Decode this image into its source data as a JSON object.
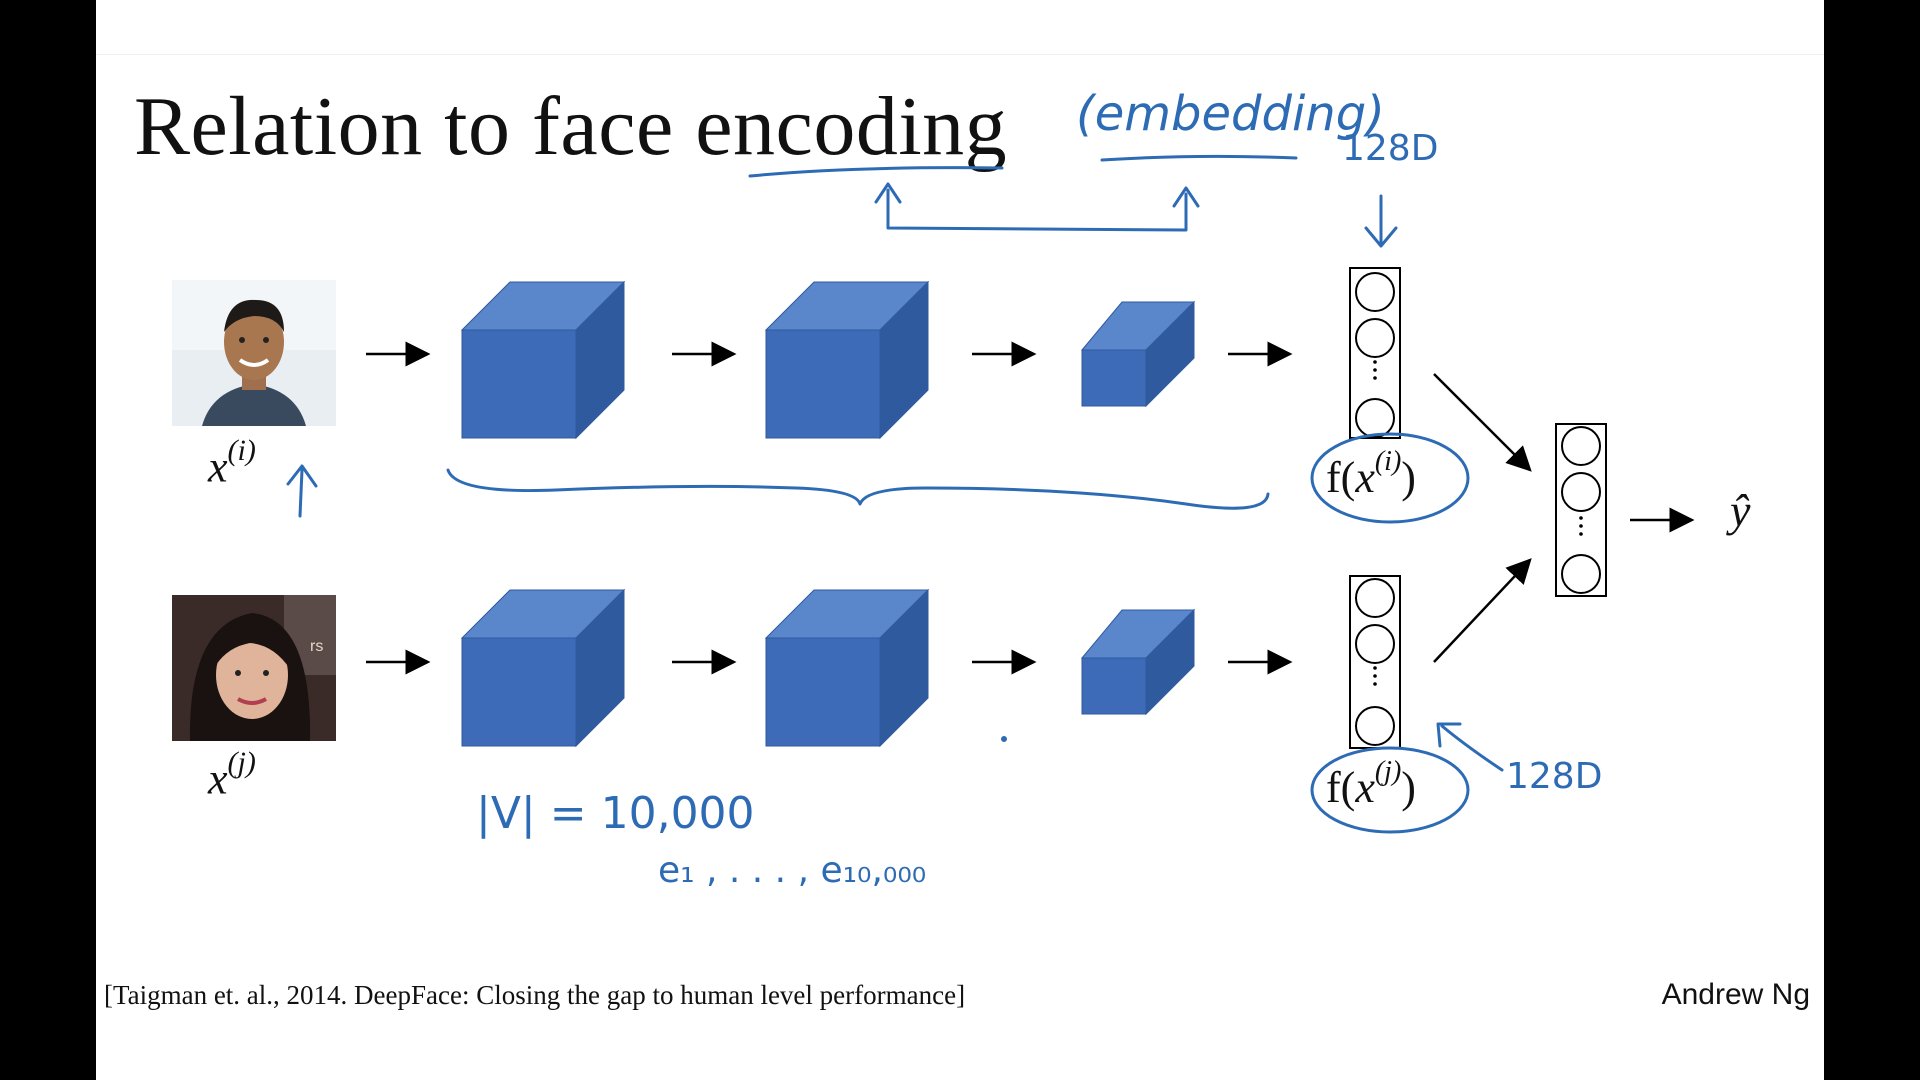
{
  "slide": {
    "title": "Relation to face encoding",
    "top_input": {
      "var": "x",
      "superscript": "(i)"
    },
    "bottom_input": {
      "var": "x",
      "superscript": "(j)"
    },
    "top_encoding": {
      "f": "f(",
      "var": "x",
      "superscript": "(i)",
      "close": ")"
    },
    "bottom_encoding": {
      "f": "f(",
      "var": "x",
      "superscript": "(j)",
      "close": ")"
    },
    "output": "ŷ",
    "citation": "[Taigman et. al., 2014. DeepFace: Closing the gap to human level performance]",
    "author": "Andrew Ng"
  },
  "annotations": {
    "embedding": "(embedding)",
    "dim_top": "128D",
    "dim_bottom": "128D",
    "vocab_size": "|V| = 10,000",
    "vocab_list": "e₁ , . . . , e₁₀,₀₀₀"
  },
  "colors": {
    "cube_front": "#3d6bb8",
    "cube_top": "#5a86cc",
    "cube_side": "#2f5a9e",
    "ink": "#2e6bb5",
    "background": "#ffffff",
    "frame": "#000000"
  },
  "icons": [
    "arrow-right-icon",
    "person-photo-male",
    "person-photo-female"
  ]
}
